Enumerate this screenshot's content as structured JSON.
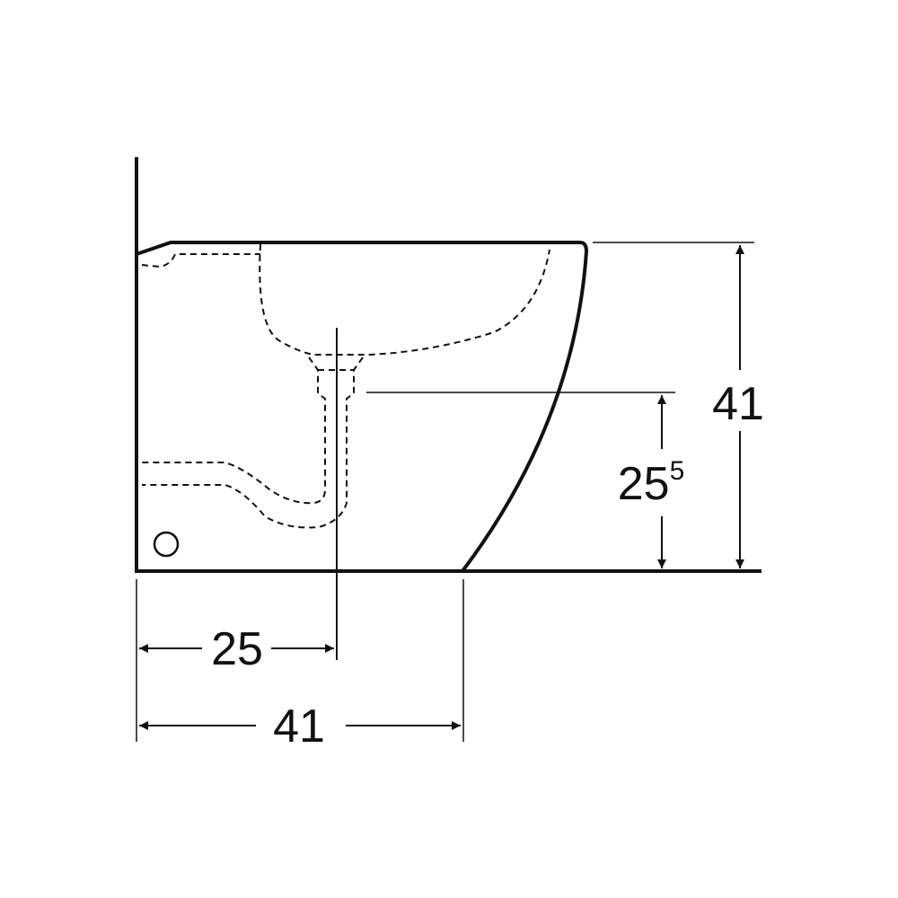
{
  "diagram": {
    "dimensions": {
      "total_height": "41",
      "outlet_height": {
        "base": "25",
        "superscript": "5"
      },
      "outlet_distance": "25",
      "total_depth": "41"
    },
    "colors": {
      "line": "#111111",
      "background": "#ffffff"
    }
  }
}
